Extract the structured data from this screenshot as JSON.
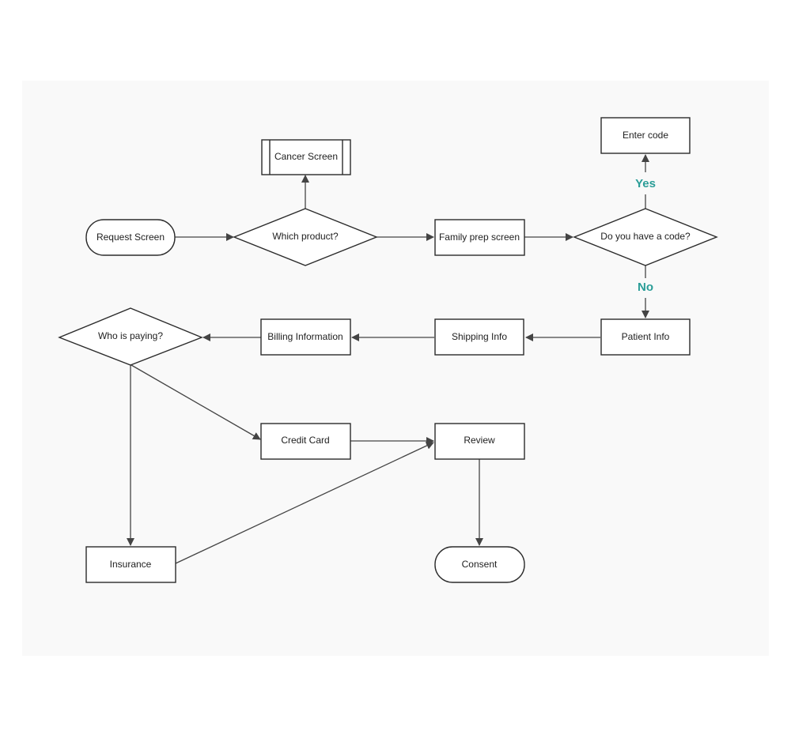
{
  "nodes": {
    "request_screen": "Request Screen",
    "which_product": "Which product?",
    "cancer_screen": "Cancer Screen",
    "family_prep_screen": "Family prep screen",
    "do_you_have_code": "Do you have a code?",
    "enter_code": "Enter code",
    "patient_info": "Patient Info",
    "shipping_info": "Shipping Info",
    "billing_information": "Billing Information",
    "who_is_paying": "Who is paying?",
    "credit_card": "Credit Card",
    "review": "Review",
    "insurance": "Insurance",
    "consent": "Consent"
  },
  "edge_labels": {
    "yes": "Yes",
    "no": "No"
  },
  "colors": {
    "edge_label": "#2a9d97",
    "stroke": "#2b2b2b",
    "arrow": "#444444"
  }
}
